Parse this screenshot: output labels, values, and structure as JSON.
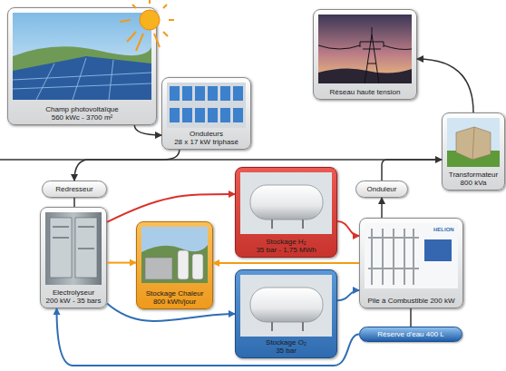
{
  "diagram": {
    "nodes": [
      {
        "text": [
          "Champ photovoltaïque",
          "560 kWc - 3700 m²"
        ]
      },
      {
        "text": [
          "Onduleurs",
          "28 x 17 kW triphasé"
        ]
      },
      {
        "text": [
          "Réseau haute tension"
        ]
      },
      {
        "text": [
          "Transformateur",
          "800 kVa"
        ]
      },
      {
        "text": [
          "Redresseur"
        ]
      },
      {
        "text": [
          "Onduleur"
        ]
      },
      {
        "text": [
          "Electrolyseur",
          "200 kW - 35 bars"
        ]
      },
      {
        "text": [
          "Stockage H₂",
          "35 bar - 1,75 MWh"
        ]
      },
      {
        "text": [
          "Stockage Chaleur",
          "800 kWh/jour"
        ]
      },
      {
        "text": [
          "Stockage O₂",
          "35 bar"
        ]
      },
      {
        "text": [
          "Pile à Combustible 200 kW"
        ]
      },
      {
        "text": [
          "Réserve d'eau 400 L"
        ]
      }
    ],
    "edges": [
      {
        "from": 0,
        "to": 1,
        "arrow": "to"
      },
      {
        "from": 1,
        "to": 4,
        "arrow": "to"
      },
      {
        "from": 4,
        "to": 6,
        "arrow": "none"
      },
      {
        "from": 6,
        "to": 7,
        "arrow": "to"
      },
      {
        "from": 6,
        "to": 8,
        "arrow": "to"
      },
      {
        "from": 6,
        "to": 9,
        "arrow": "to"
      },
      {
        "from": 7,
        "to": 10,
        "arrow": "to"
      },
      {
        "from": 9,
        "to": 10,
        "arrow": "to"
      },
      {
        "from": 10,
        "to": 8,
        "arrow": "to"
      },
      {
        "from": 10,
        "to": 5,
        "arrow": "to"
      },
      {
        "from": 5,
        "to": 3,
        "arrow": "to"
      },
      {
        "from": 3,
        "to": 2,
        "arrow": "to"
      },
      {
        "from": 11,
        "to": 6,
        "arrow": "to"
      },
      {
        "from": 10,
        "to": 11,
        "arrow": "none"
      }
    ],
    "labels": [
      "HELION"
    ]
  }
}
